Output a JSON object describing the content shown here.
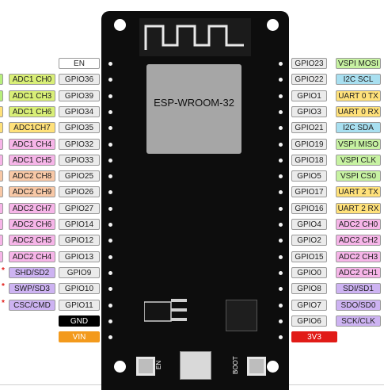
{
  "board": {
    "module_label": "ESP-WROOM-32",
    "en_button_label": "EN",
    "boot_button_label": "BOOT"
  },
  "left_pins": [
    {
      "gpio": "EN",
      "kind": "en"
    },
    {
      "gpio": "GPIO36",
      "func": "ADC1 CH0",
      "color": "#d9ef77"
    },
    {
      "gpio": "GPIO39",
      "func": "ADC1 CH3",
      "color": "#d9ef77"
    },
    {
      "gpio": "GPIO34",
      "func": "ADC1 CH6",
      "color": "#d9ef77"
    },
    {
      "gpio": "GPIO35",
      "func": "ADC1CH7",
      "color": "#ffe17a"
    },
    {
      "gpio": "GPIO32",
      "func": "ADC1 CH4",
      "color": "#f6b5e8"
    },
    {
      "gpio": "GPIO33",
      "func": "ADC1 CH5",
      "color": "#f6b5e8"
    },
    {
      "gpio": "GPIO25",
      "func": "ADC2 CH8",
      "color": "#f8c8a6"
    },
    {
      "gpio": "GPIO26",
      "func": "ADC2 CH9",
      "color": "#f8c8a6"
    },
    {
      "gpio": "GPIO27",
      "func": "ADC2 CH7",
      "color": "#f6b5e8"
    },
    {
      "gpio": "GPIO14",
      "func": "ADC2 CH6",
      "color": "#f6b5e8"
    },
    {
      "gpio": "GPIO12",
      "func": "ADC2 CH5",
      "color": "#f6b5e8"
    },
    {
      "gpio": "GPIO13",
      "func": "ADC2 CH4",
      "color": "#f6b5e8"
    },
    {
      "gpio": "GPIO9",
      "func": "SHD/SD2",
      "color": "#cdb3f2",
      "star": "*"
    },
    {
      "gpio": "GPIO10",
      "func": "SWP/SD3",
      "color": "#cdb3f2",
      "star": "*"
    },
    {
      "gpio": "GPIO11",
      "func": "CSC/CMD",
      "color": "#cdb3f2",
      "star": "*"
    },
    {
      "gpio": "GND",
      "kind": "gnd"
    },
    {
      "gpio": "VIN",
      "kind": "vin"
    }
  ],
  "left_edge_tabs": [
    "#b7ef7c",
    "#b7ef7c",
    "#ffe17a",
    "#ffe17a",
    "#f6b5e8",
    "#f6b5e8",
    "#f8c8a6",
    "#f8c8a6",
    "#f6b5e8",
    "#f6b5e8",
    "#f6b5e8",
    "#f6b5e8"
  ],
  "right_pins": [
    {
      "gpio": "GPIO23",
      "func": "VSPI MOSI",
      "color": "#c7f2a2"
    },
    {
      "gpio": "GPIO22",
      "func": "I2C SCL",
      "color": "#a8dff0"
    },
    {
      "gpio": "GPIO1",
      "func": "UART 0 TX",
      "color": "#ffe17a"
    },
    {
      "gpio": "GPIO3",
      "func": "UART 0 RX",
      "color": "#ffe17a"
    },
    {
      "gpio": "GPIO21",
      "func": "I2C SDA",
      "color": "#a8dff0"
    },
    {
      "gpio": "GPIO19",
      "func": "VSPI MISO",
      "color": "#c7f2a2"
    },
    {
      "gpio": "GPIO18",
      "func": "VSPI CLK",
      "color": "#c7f2a2"
    },
    {
      "gpio": "GPIO5",
      "func": "VSPI CS0",
      "color": "#c7f2a2"
    },
    {
      "gpio": "GPIO17",
      "func": "UART 2 TX",
      "color": "#ffe17a"
    },
    {
      "gpio": "GPIO16",
      "func": "UART 2 RX",
      "color": "#ffe17a"
    },
    {
      "gpio": "GPIO4",
      "func": "ADC2 CH0",
      "color": "#f6b5e8"
    },
    {
      "gpio": "GPIO2",
      "func": "ADC2 CH2",
      "color": "#f6b5e8"
    },
    {
      "gpio": "GPIO15",
      "func": "ADC2 CH3",
      "color": "#f6b5e8"
    },
    {
      "gpio": "GPIO0",
      "func": "ADC2 CH1",
      "color": "#f6b5e8"
    },
    {
      "gpio": "GPIO8",
      "func": "SDI/SD1",
      "color": "#cdb3f2"
    },
    {
      "gpio": "GPIO7",
      "func": "SDO/SD0",
      "color": "#cdb3f2"
    },
    {
      "gpio": "GPIO6",
      "func": "SCK/CLK",
      "color": "#cdb3f2"
    },
    {
      "gpio": "3V3",
      "kind": "v33"
    }
  ]
}
